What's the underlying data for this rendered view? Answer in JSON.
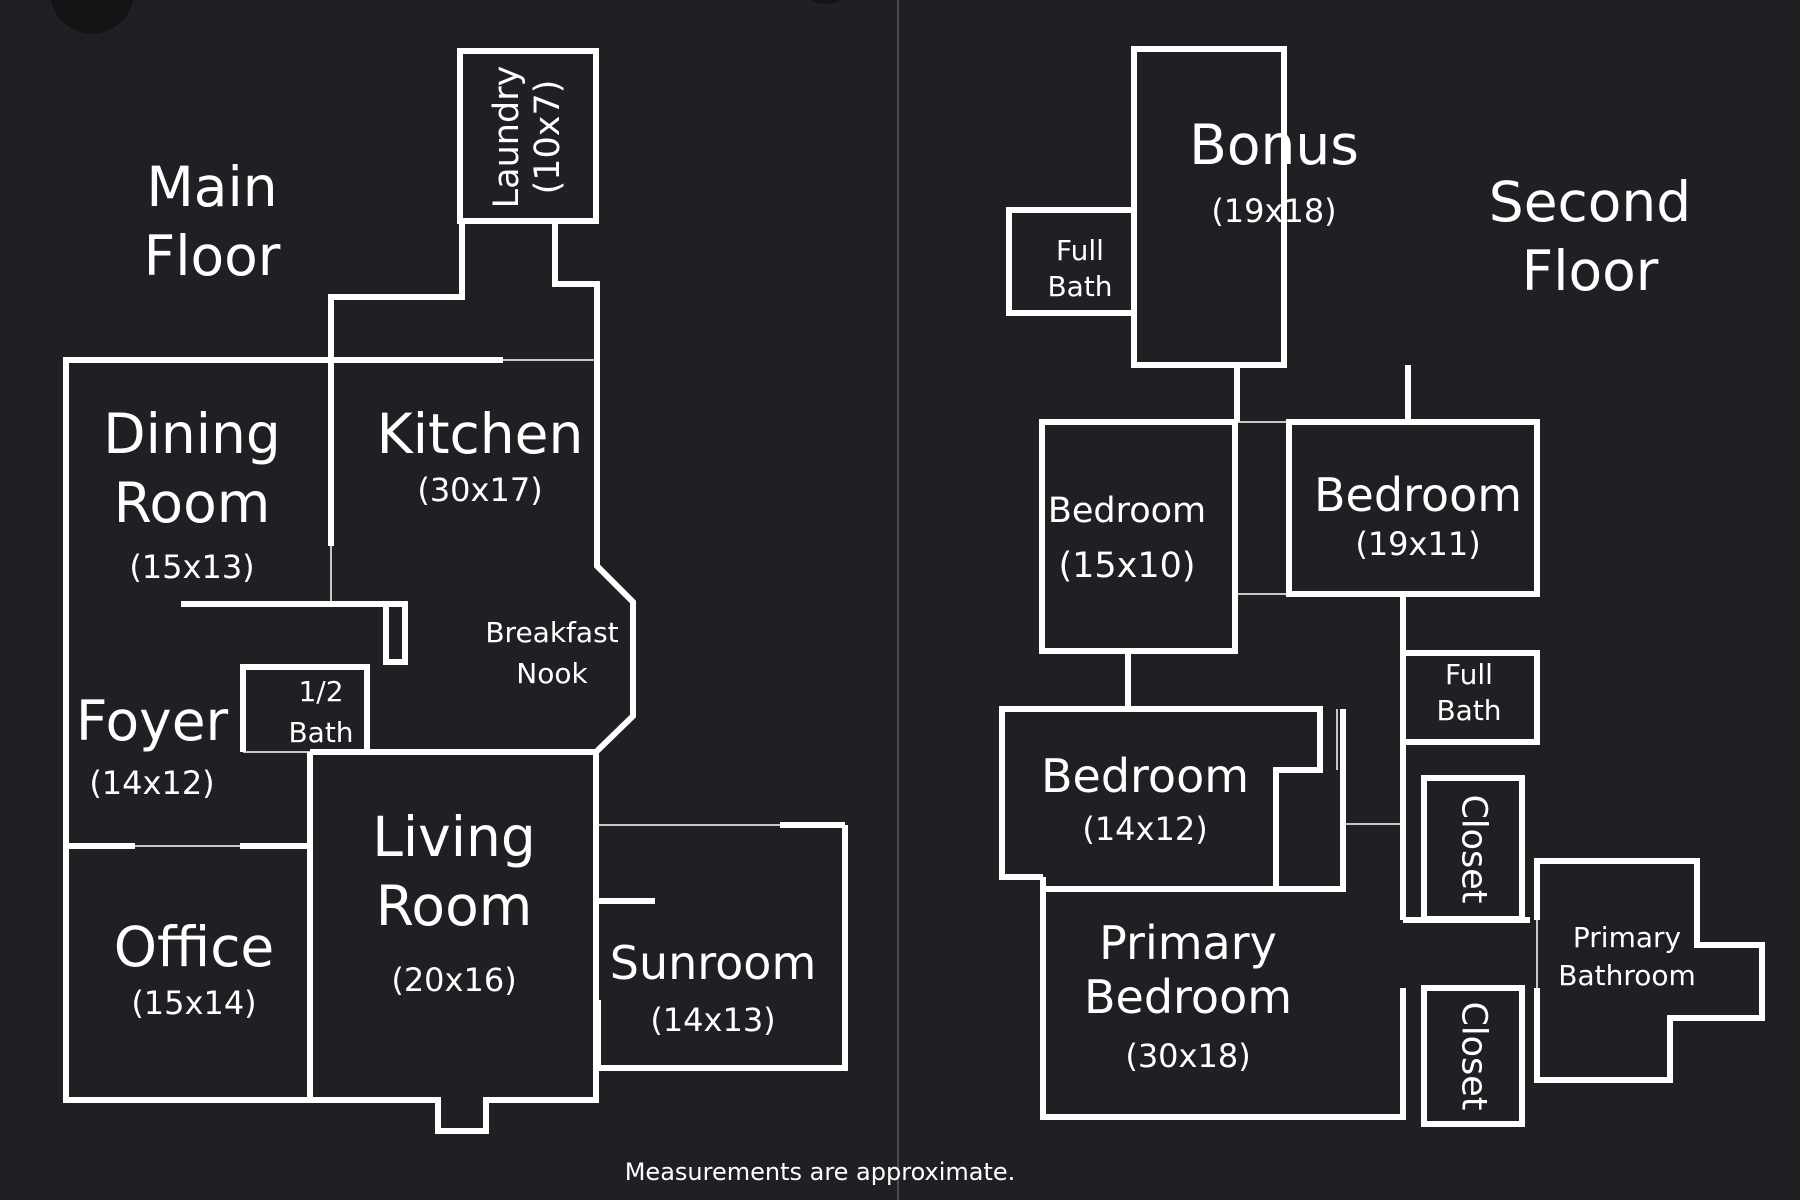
{
  "colors": {
    "background": "#1f2023",
    "wall": "#ffffff",
    "text": "#ffffff",
    "divider": "#5a5a5e"
  },
  "main_floor": {
    "title_line1": "Main",
    "title_line2": "Floor",
    "rooms": {
      "laundry_name": "Laundry",
      "laundry_size": "(10x7)",
      "dining_line1": "Dining",
      "dining_line2": "Room",
      "dining_size": "(15x13)",
      "kitchen_name": "Kitchen",
      "kitchen_size": "(30x17)",
      "nook_line1": "Breakfast",
      "nook_line2": "Nook",
      "half_bath_line1": "1/2",
      "half_bath_line2": "Bath",
      "foyer_name": "Foyer",
      "foyer_size": "(14x12)",
      "living_line1": "Living",
      "living_line2": "Room",
      "living_size": "(20x16)",
      "office_name": "Office",
      "office_size": "(15x14)",
      "sunroom_name": "Sunroom",
      "sunroom_size": "(14x13)"
    }
  },
  "second_floor": {
    "title_line1": "Second",
    "title_line2": "Floor",
    "rooms": {
      "bonus_name": "Bonus",
      "bonus_size": "(19x18)",
      "full_bath_top_line1": "Full",
      "full_bath_top_line2": "Bath",
      "bedroom_left_name": "Bedroom",
      "bedroom_left_size": "(15x10)",
      "bedroom_right_name": "Bedroom",
      "bedroom_right_size": "(19x11)",
      "full_bath_mid_line1": "Full",
      "full_bath_mid_line2": "Bath",
      "bedroom_lower_name": "Bedroom",
      "bedroom_lower_size": "(14x12)",
      "closet_upper": "Closet",
      "primary_bedroom_line1": "Primary",
      "primary_bedroom_line2": "Bedroom",
      "primary_bedroom_size": "(30x18)",
      "primary_bath_line1": "Primary",
      "primary_bath_line2": "Bathroom",
      "closet_lower": "Closet"
    }
  },
  "footnote": "Measurements are approximate."
}
